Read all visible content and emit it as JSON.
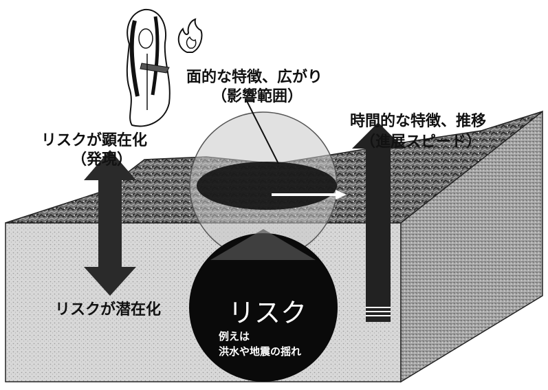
{
  "labels": {
    "areal_title": "面的な特徴、広がり",
    "areal_sub": "（影響範囲）",
    "temporal_title": "時間的な特徴、推移",
    "temporal_sub": "（進展スピード）",
    "manifest_title": "リスクが顕在化",
    "manifest_sub": "（発現）",
    "latent": "リスクが潜在化"
  },
  "risk_core": {
    "title": "リスク",
    "example_line1": "例えは",
    "example_line2": "洪水や地震の揺れ"
  },
  "icons": [
    "ghost-figure-icon",
    "fire-icon"
  ],
  "colors": {
    "block_front": "#d6d6d6",
    "block_side": "#9a9a9a",
    "terrain": "#6e6e6e",
    "core": "#0a0a0a",
    "arrow": "#2a2a2a"
  }
}
